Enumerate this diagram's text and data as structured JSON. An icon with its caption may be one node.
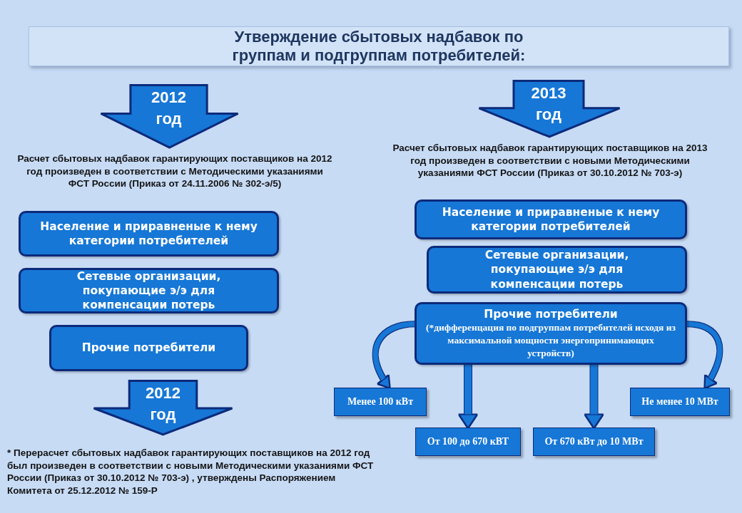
{
  "diagram": {
    "title": "Утверждение сбытовых надбавок по группам и подгруппам потребителей:",
    "nodes": [
      {
        "text": [
          "2012 год"
        ]
      },
      {
        "text": [
          "Население и приравненые к нему категории потребителей"
        ]
      },
      {
        "text": [
          "Сетевые организации, покупающие э/э для компенсации потерь"
        ]
      },
      {
        "text": [
          "Прочие потребители"
        ]
      },
      {
        "text": [
          "2012 год"
        ]
      },
      {
        "text": [
          "2013 год"
        ]
      },
      {
        "text": [
          "Население и приравненые к нему категории потребителей"
        ]
      },
      {
        "text": [
          "Сетевые организации, покупающие э/э для компенсации потерь"
        ]
      },
      {
        "text": [
          "Прочие потребители",
          "(*дифференцация по подгруппам потребителей исходя из максимальной мощности энергопринимающих устройств)"
        ]
      },
      {
        "text": [
          "Менее 100 кВт"
        ]
      },
      {
        "text": [
          "Не менее 10 МВт"
        ]
      },
      {
        "text": [
          "От 100 до 670 кВТ"
        ]
      },
      {
        "text": [
          "От 670 кВт до 10 МВт"
        ]
      }
    ],
    "edges": [
      {
        "from": 8,
        "to": 9,
        "arrow": "to"
      },
      {
        "from": 8,
        "to": 11,
        "arrow": "to"
      },
      {
        "from": 8,
        "to": 12,
        "arrow": "to"
      },
      {
        "from": 8,
        "to": 10,
        "arrow": "to"
      }
    ],
    "labels": [
      "Расчет сбытовых надбавок гарантирующих поставщиков на 2012 год произведен в соответствии с Методическими указаниями ФСТ России (Приказ от 24.11.2006 № 302-э/5)",
      "Расчет сбытовых надбавок гарантирующих поставщиков на 2013 год произведен в соответствии с новыми Методическими указаниями ФСТ России (Приказ от 30.10.2012 № 703-э)",
      "* Перерасчет сбытовых надбавок гарантирующих поставщиков на 2012 год был произведен в соответствии с новыми Методическими указаниями ФСТ России (Приказ от 30.10.2012 № 703-э) , утверждены Распоряжением Комитета от 25.12.2012 № 159-Р"
    ]
  }
}
